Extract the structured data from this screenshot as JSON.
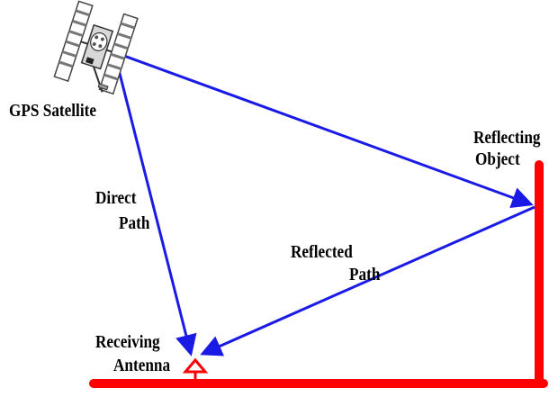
{
  "labels": {
    "satellite": "GPS Satellite",
    "reflecting_line1": "Reflecting",
    "reflecting_line2": "Object",
    "direct_line1": "Direct",
    "direct_line2": "Path",
    "reflected_line1": "Reflected",
    "reflected_line2": "Path",
    "receiving_line1": "Receiving",
    "receiving_line2": "Antenna"
  },
  "colors": {
    "path": "#1a1ae6",
    "ground": "#ff0000",
    "antenna": "#ff0000",
    "text": "#000000"
  },
  "icons": {
    "satellite": "gps-satellite-icon",
    "antenna": "receiving-antenna-icon"
  }
}
